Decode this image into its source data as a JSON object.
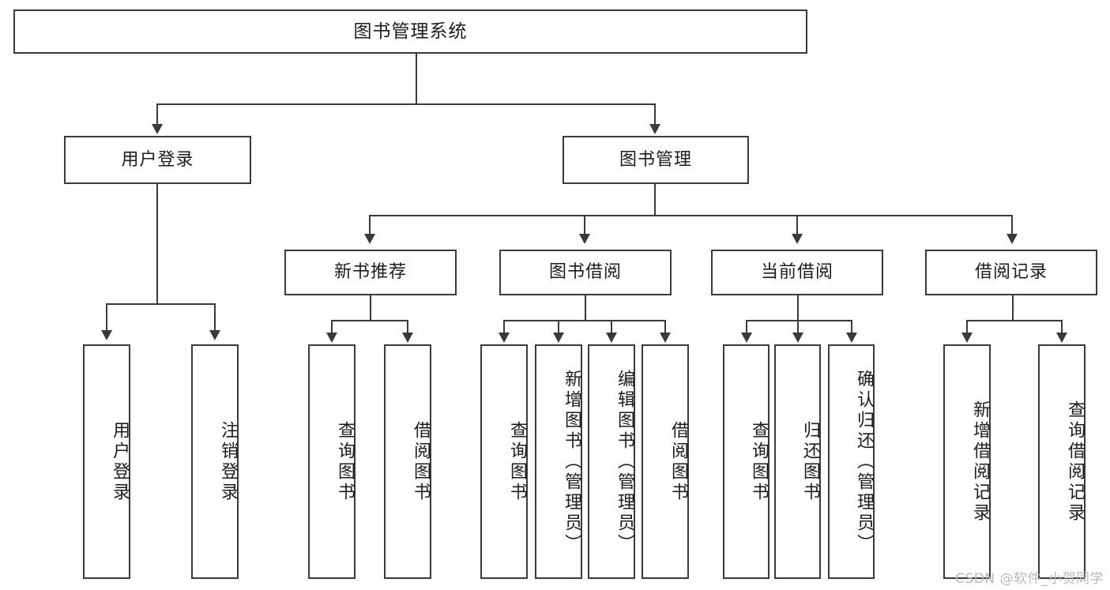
{
  "diagram": {
    "title": "图书管理系统",
    "watermark": "CSDN @软件_小贺同学",
    "background_color": "#ffffff",
    "line_color": "#3a3a3a",
    "text_color": "#1c1c1c",
    "watermark_color": "#b9b9b9",
    "type": "tree-hierarchy-chart",
    "root": {
      "label": "图书管理系统",
      "children": [
        {
          "label": "用户登录",
          "children": [
            {
              "label": "用户登录"
            },
            {
              "label": "注销登录"
            }
          ]
        },
        {
          "label": "图书管理",
          "children": [
            {
              "label": "新书推荐",
              "children": [
                {
                  "label": "查询图书"
                },
                {
                  "label": "借阅图书"
                }
              ]
            },
            {
              "label": "图书借阅",
              "children": [
                {
                  "label": "查询图书"
                },
                {
                  "label": "新增图书（管理员）"
                },
                {
                  "label": "编辑图书（管理员）"
                },
                {
                  "label": "借阅图书"
                }
              ]
            },
            {
              "label": "当前借阅",
              "children": [
                {
                  "label": "查询图书"
                },
                {
                  "label": "归还图书"
                },
                {
                  "label": "确认归还（管理员）"
                }
              ]
            },
            {
              "label": "借阅记录",
              "children": [
                {
                  "label": "新增借阅记录"
                },
                {
                  "label": "查询借阅记录"
                }
              ]
            }
          ]
        }
      ]
    },
    "nodes": {
      "root": "图书管理系统",
      "user_login": "用户登录",
      "book_manage": "图书管理",
      "new_book_rec": "新书推荐",
      "book_borrow": "图书借阅",
      "current_borrow": "当前借阅",
      "borrow_record": "借阅记录",
      "leaf_user_login": "用户登录",
      "leaf_logout": "注销登录",
      "leaf_rec_query": "查询图书",
      "leaf_rec_borrow": "借阅图书",
      "leaf_borrow_query": "查询图书",
      "leaf_borrow_add": "新增图书（管理员）",
      "leaf_borrow_edit": "编辑图书（管理员）",
      "leaf_borrow_borrow": "借阅图书",
      "leaf_cur_query": "查询图书",
      "leaf_cur_return": "归还图书",
      "leaf_cur_confirm": "确认归还（管理员）",
      "leaf_rec_add": "新增借阅记录",
      "leaf_rec_search": "查询借阅记录"
    }
  }
}
